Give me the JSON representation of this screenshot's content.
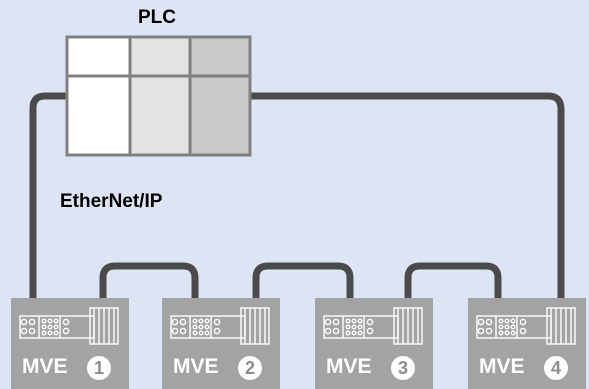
{
  "plc": {
    "label": "PLC"
  },
  "network": {
    "label": "EtherNet/IP"
  },
  "devices": [
    {
      "type": "MVE",
      "number": "1"
    },
    {
      "type": "MVE",
      "number": "2"
    },
    {
      "type": "MVE",
      "number": "3"
    },
    {
      "type": "MVE",
      "number": "4"
    }
  ],
  "colors": {
    "background": "#dde5f5",
    "cable": "#4a4a4a",
    "device_body": "#a3a3a3",
    "plc_white": "#ffffff",
    "plc_light": "#e3e3e3",
    "plc_mid": "#c9c9c9"
  }
}
